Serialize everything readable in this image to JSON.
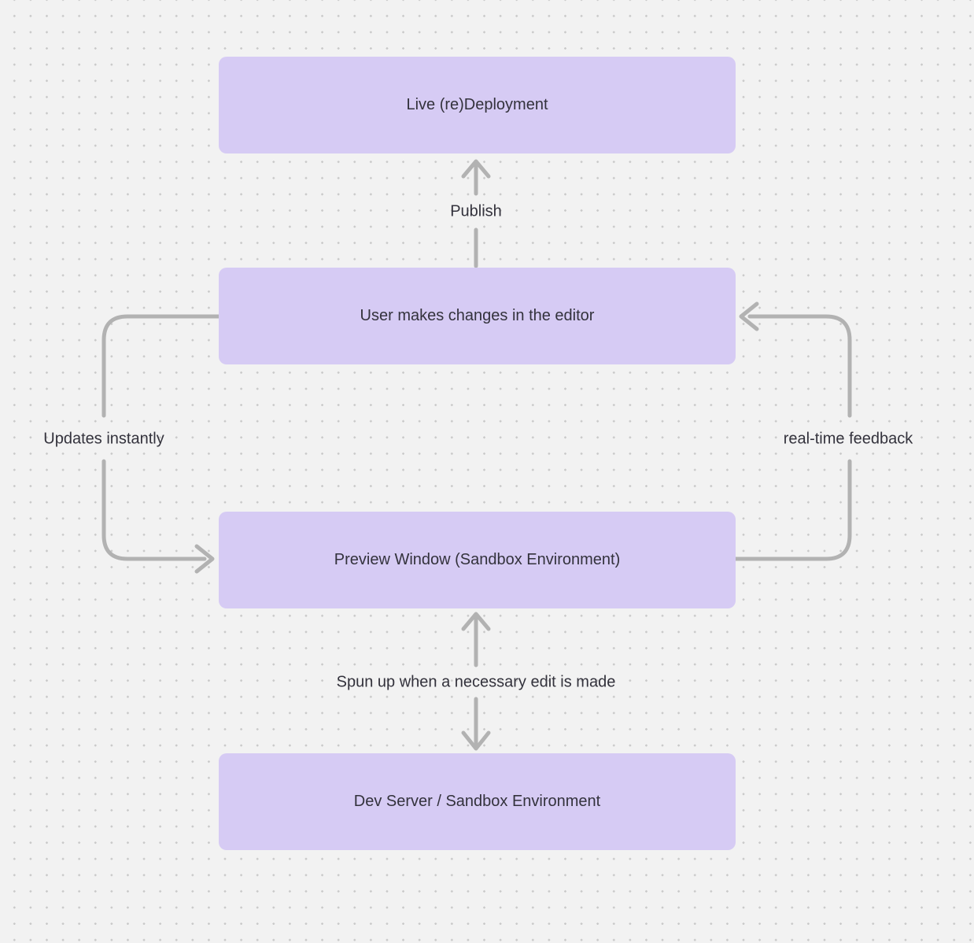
{
  "colors": {
    "background": "#f2f2f2",
    "dot": "#c9c9c9",
    "node_fill": "#d6cbf4",
    "text": "#33323c",
    "connector": "#b2b2b2"
  },
  "nodes": [
    {
      "id": "live-redeployment",
      "label": "Live (re)Deployment"
    },
    {
      "id": "user-editor",
      "label": "User makes changes in the editor"
    },
    {
      "id": "preview-window",
      "label": "Preview Window (Sandbox Environment)"
    },
    {
      "id": "dev-server",
      "label": "Dev Server / Sandbox Environment"
    }
  ],
  "connectors": [
    {
      "id": "publish",
      "label": "Publish",
      "from": "user-editor",
      "to": "live-redeployment"
    },
    {
      "id": "updates-instantly",
      "label": "Updates instantly",
      "from": "user-editor",
      "to": "preview-window"
    },
    {
      "id": "realtime-feedback",
      "label": "real-time feedback",
      "from": "preview-window",
      "to": "user-editor"
    },
    {
      "id": "spun-up",
      "label": "Spun up when a necessary edit is made",
      "from": "preview-window",
      "to": "dev-server",
      "bidirectional": true
    }
  ]
}
